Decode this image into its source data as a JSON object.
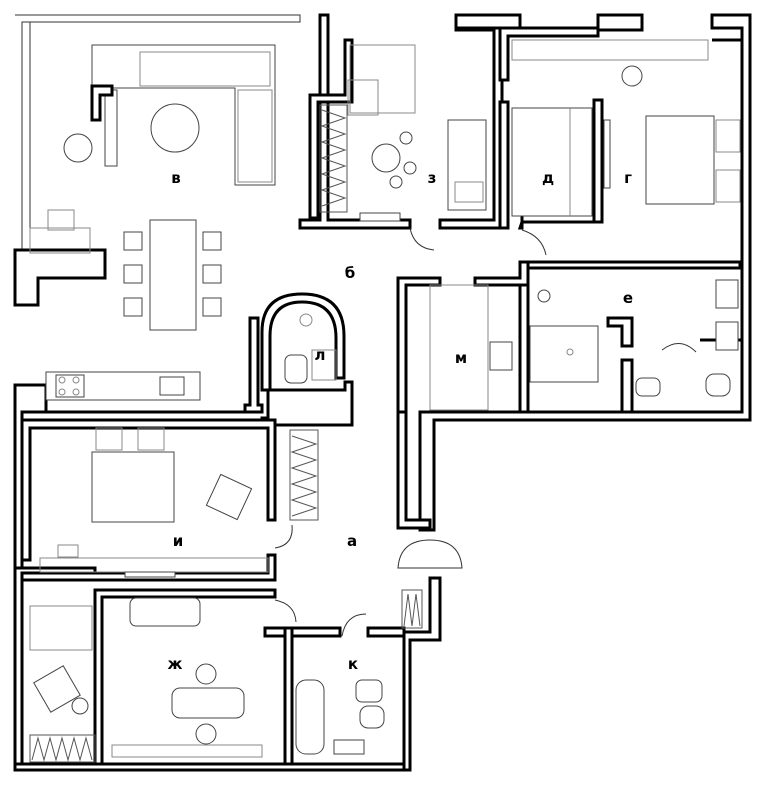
{
  "rooms": [
    {
      "id": "a",
      "label": "а"
    },
    {
      "id": "b",
      "label": "б"
    },
    {
      "id": "v",
      "label": "в"
    },
    {
      "id": "g",
      "label": "г"
    },
    {
      "id": "d",
      "label": "д"
    },
    {
      "id": "e",
      "label": "е"
    },
    {
      "id": "zh",
      "label": "ж"
    },
    {
      "id": "z",
      "label": "з"
    },
    {
      "id": "i",
      "label": "и"
    },
    {
      "id": "k",
      "label": "к"
    },
    {
      "id": "l",
      "label": "л"
    },
    {
      "id": "m",
      "label": "м"
    }
  ]
}
